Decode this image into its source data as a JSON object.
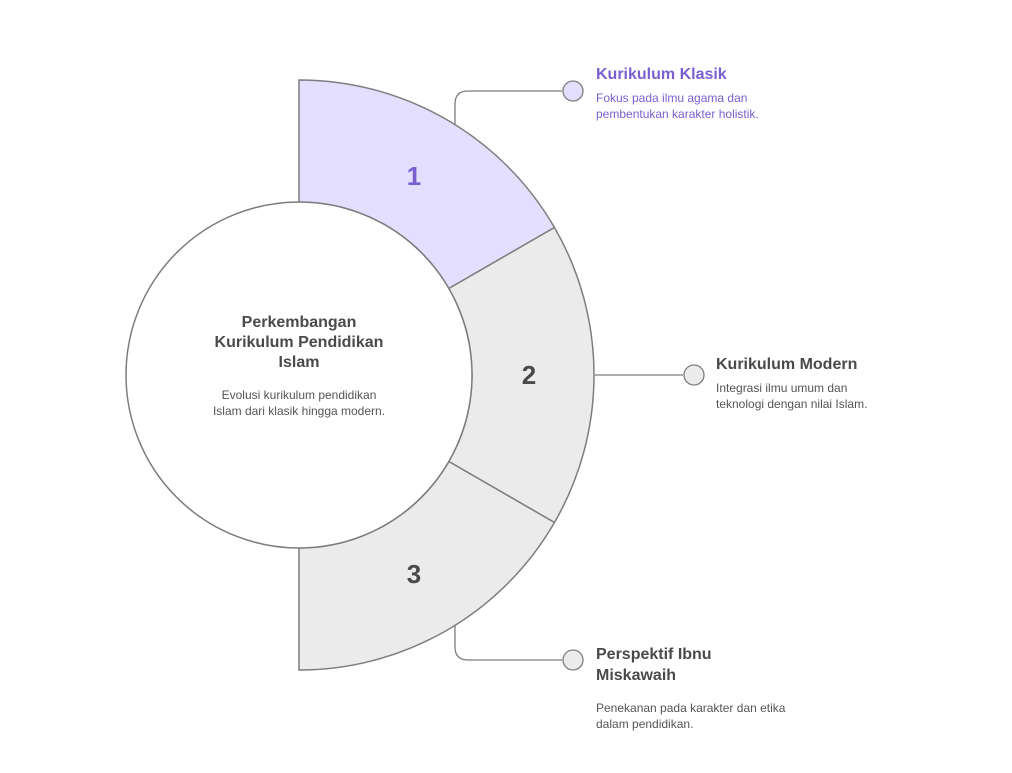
{
  "diagram": {
    "center": {
      "title": "Perkembangan Kurikulum Pendidikan Islam",
      "description": "Evolusi kurikulum pendidikan Islam dari klasik hingga modern."
    },
    "segments": [
      {
        "number": "1",
        "title": "Kurikulum Klasik",
        "description": "Fokus pada ilmu agama dan pembentukan karakter holistik.",
        "active": true
      },
      {
        "number": "2",
        "title": "Kurikulum Modern",
        "description": "Integrasi ilmu umum dan teknologi dengan nilai Islam.",
        "active": false
      },
      {
        "number": "3",
        "title": "Perspektif Ibnu Miskawaih",
        "description": "Penekanan pada karakter dan etika dalam pendidikan.",
        "active": false
      }
    ]
  },
  "colors": {
    "active_fill": "#e4deff",
    "active_text": "#7a5fd0",
    "inactive_fill": "#ebebeb",
    "stroke": "#7d7d7d",
    "text_dark": "#4a4a4a",
    "center_fill": "#ffffff"
  }
}
